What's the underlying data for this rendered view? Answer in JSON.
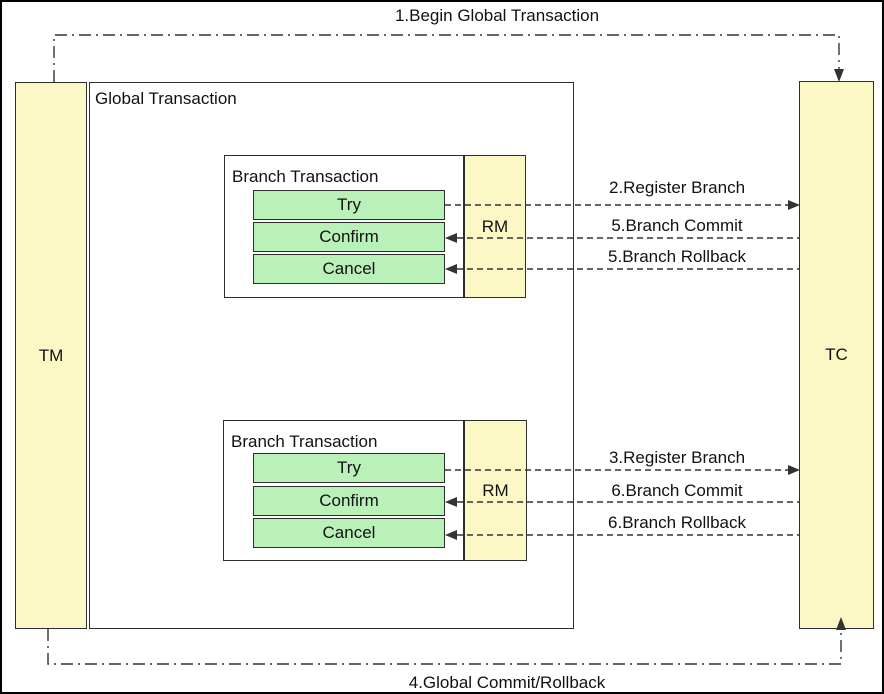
{
  "labels": {
    "top": "1.Begin Global Transaction",
    "bottom": "4.Global Commit/Rollback"
  },
  "nodes": {
    "tm": "TM",
    "tc": "TC",
    "global_title": "Global Transaction"
  },
  "branches": [
    {
      "title": "Branch Transaction",
      "rm": "RM",
      "rows": [
        "Try",
        "Confirm",
        "Cancel"
      ],
      "arrows": [
        {
          "label": "2.Register Branch",
          "direction": "right"
        },
        {
          "label": "5.Branch Commit",
          "direction": "left"
        },
        {
          "label": "5.Branch Rollback",
          "direction": "left"
        }
      ]
    },
    {
      "title": "Branch Transaction",
      "rm": "RM",
      "rows": [
        "Try",
        "Confirm",
        "Cancel"
      ],
      "arrows": [
        {
          "label": "3.Register Branch",
          "direction": "right"
        },
        {
          "label": "6.Branch Commit",
          "direction": "left"
        },
        {
          "label": "6.Branch Rollback",
          "direction": "left"
        }
      ]
    }
  ],
  "colors": {
    "node_fill": "#FBF8C5",
    "row_fill": "#B9F1B9",
    "line": "#333333"
  }
}
